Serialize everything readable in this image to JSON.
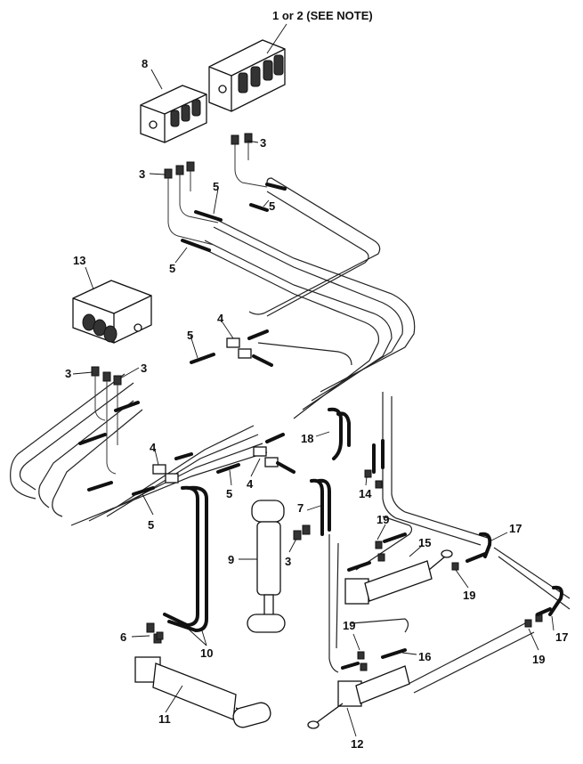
{
  "callouts": {
    "c_1or2": "1 or 2 (SEE NOTE)",
    "c_8": "8",
    "c_3a": "3",
    "c_3b": "3",
    "c_5a": "5",
    "c_5b": "5",
    "c_5c": "5",
    "c_13": "13",
    "c_4a": "4",
    "c_5d": "5",
    "c_3c": "3",
    "c_3d": "3",
    "c_18": "18",
    "c_4b": "4",
    "c_4c": "4",
    "c_5e": "5",
    "c_5f": "5",
    "c_7": "7",
    "c_14": "14",
    "c_19a": "19",
    "c_15": "15",
    "c_17a": "17",
    "c_9": "9",
    "c_3e": "3",
    "c_19b": "19",
    "c_6": "6",
    "c_10": "10",
    "c_19c": "19",
    "c_16": "16",
    "c_17b": "17",
    "c_19d": "19",
    "c_11": "11",
    "c_12": "12"
  }
}
